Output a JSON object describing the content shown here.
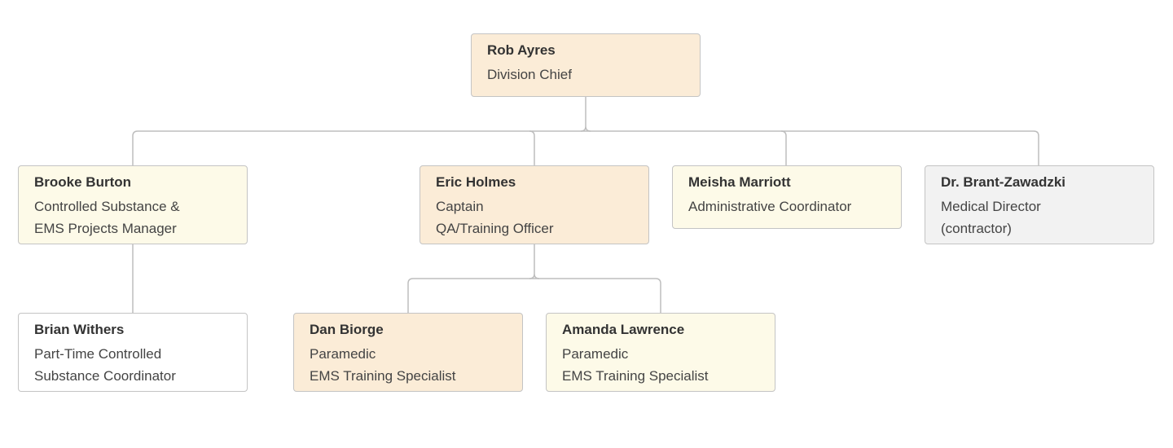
{
  "chart": {
    "type": "org-chart",
    "colors": {
      "peach": "#fbecd7",
      "cream": "#fdfae8",
      "gray": "#f2f2f2",
      "white": "#ffffff",
      "border": "#c4c4c4",
      "connector": "#bdbdbd",
      "text": "#333333"
    },
    "nodes": {
      "rob_ayres": {
        "name": "Rob Ayres",
        "lines": [
          "Division Chief"
        ],
        "color": "peach",
        "reports_to": null
      },
      "brooke_burton": {
        "name": "Brooke Burton",
        "lines": [
          "Controlled Substance &",
          "EMS Projects Manager"
        ],
        "color": "cream",
        "reports_to": "rob_ayres"
      },
      "eric_holmes": {
        "name": "Eric Holmes",
        "lines": [
          "Captain",
          "QA/Training Officer"
        ],
        "color": "peach",
        "reports_to": "rob_ayres"
      },
      "meisha_marriott": {
        "name": "Meisha Marriott",
        "lines": [
          "Administrative Coordinator"
        ],
        "color": "cream",
        "reports_to": "rob_ayres"
      },
      "brant_zawadzki": {
        "name": "Dr. Brant-Zawadzki",
        "lines": [
          "Medical Director",
          "(contractor)"
        ],
        "color": "gray",
        "reports_to": "rob_ayres"
      },
      "brian_withers": {
        "name": "Brian Withers",
        "lines": [
          "Part-Time Controlled",
          "Substance Coordinator"
        ],
        "color": "white",
        "reports_to": "brooke_burton"
      },
      "dan_biorge": {
        "name": "Dan Biorge",
        "lines": [
          "Paramedic",
          "EMS Training Specialist"
        ],
        "color": "peach",
        "reports_to": "eric_holmes"
      },
      "amanda_lawrence": {
        "name": "Amanda Lawrence",
        "lines": [
          "Paramedic",
          "EMS Training Specialist"
        ],
        "color": "cream",
        "reports_to": "eric_holmes"
      }
    }
  }
}
